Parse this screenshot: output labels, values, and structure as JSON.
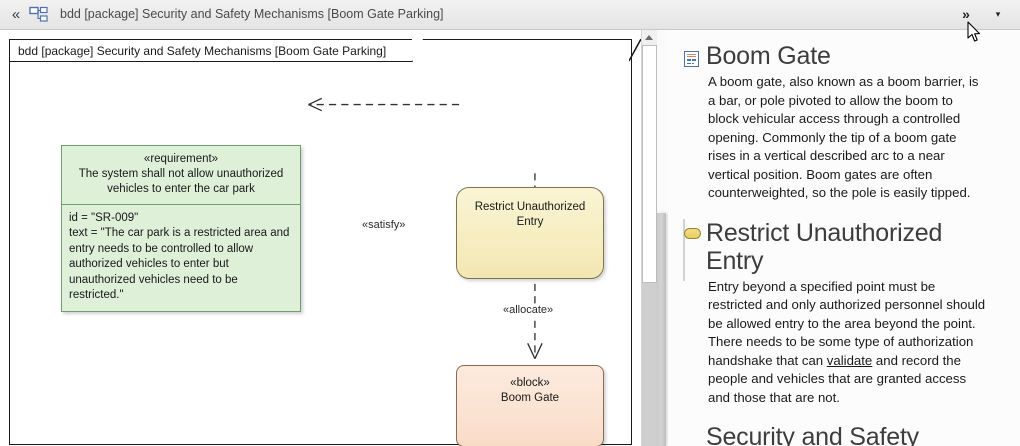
{
  "toolbar": {
    "collapse_icon": "double-chevron-left-icon",
    "diagram_icon": "diagram-tree-icon",
    "collapse_glyph": "«",
    "title": "bdd [package] Security and Safety Mechanisms [Boom Gate Parking]",
    "overflow_glyph": "»",
    "dropdown_glyph": "▾"
  },
  "diagram": {
    "frame_label": "bdd  [package] Security and Safety Mechanisms [Boom Gate Parking]",
    "requirement": {
      "stereotype": "«requirement»",
      "name": "The system shall not allow unauthorized vehicles to enter the car park",
      "id_line": "id = \"SR-009\"",
      "text_line": "text = \"The car park is a restricted area and entry needs to be controlled to allow authorized vehicles to enter but unauthorized vehicles need to be restricted.\"",
      "fill": "#dff0d8",
      "stroke": "#6f9f6f"
    },
    "usecase": {
      "name": "Restrict Unauthorized Entry",
      "fill": "#f6edc0",
      "stroke": "#7e7550"
    },
    "block": {
      "stereotype": "«block»",
      "name": "Boom Gate",
      "fill": "#fbe3d2",
      "stroke": "#8a6a55"
    },
    "connectors": {
      "satisfy_label": "«satisfy»",
      "allocate_label": "«allocate»"
    }
  },
  "scrollbar": {
    "up_arrow": "scroll-up-arrow-icon"
  },
  "documentation": {
    "sections": [
      {
        "icon": "block-document-icon",
        "title": "Boom Gate",
        "body": "A boom gate, also known as a boom barrier, is a bar, or pole pivoted to allow the boom to block vehicular access through a controlled opening. Commonly the tip of a boom gate rises in a vertical described arc to a near vertical position. Boom gates are often counterweighted, so the pole is easily tipped."
      },
      {
        "icon": "oval-usecase-icon",
        "title": "Restrict Unauthorized Entry",
        "body_before": "Entry beyond a specified point must be restricted and only authorized personnel should be allowed entry to the area beyond the point. There needs to be some type of authorization handshake that can ",
        "body_underlined": "validate",
        "body_after": " and record the people and vehicles that are granted access and those that are not."
      },
      {
        "icon": "package-icon",
        "title": "Security and Safety"
      }
    ]
  }
}
